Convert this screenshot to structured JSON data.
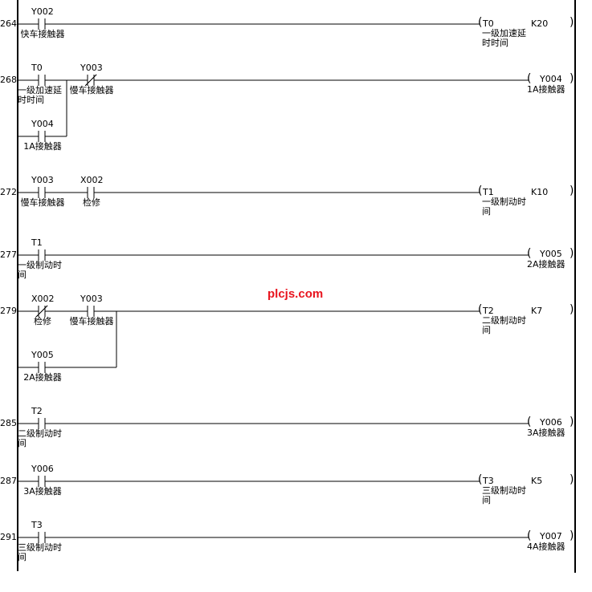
{
  "watermark": "plcjs.com",
  "colors": {
    "wire": "#000000",
    "watermark": "#e8141e"
  },
  "rungs": [
    {
      "step": "264",
      "contacts": [
        {
          "label": "Y002",
          "comment": "快车接触器",
          "type": "NO"
        }
      ],
      "branch": null,
      "coil": {
        "type": "timer",
        "label": "T0",
        "k": "K20",
        "comment": "一级加速延时时间"
      }
    },
    {
      "step": "268",
      "contacts": [
        {
          "label": "T0",
          "comment": "一级加速延时时间",
          "type": "NO"
        },
        {
          "label": "Y003",
          "comment": "慢车接触器",
          "type": "NC"
        }
      ],
      "branch": {
        "label": "Y004",
        "comment": "1A接触器",
        "type": "NO"
      },
      "coil": {
        "type": "output",
        "label": "Y004",
        "comment": "1A接触器"
      }
    },
    {
      "step": "272",
      "contacts": [
        {
          "label": "Y003",
          "comment": "慢车接触器",
          "type": "NO"
        },
        {
          "label": "X002",
          "comment": "检修",
          "type": "NO"
        }
      ],
      "branch": null,
      "coil": {
        "type": "timer",
        "label": "T1",
        "k": "K10",
        "comment": "一级制动时间"
      }
    },
    {
      "step": "277",
      "contacts": [
        {
          "label": "T1",
          "comment": "一级制动时间",
          "type": "NO"
        }
      ],
      "branch": null,
      "coil": {
        "type": "output",
        "label": "Y005",
        "comment": "2A接触器"
      }
    },
    {
      "step": "279",
      "contacts": [
        {
          "label": "X002",
          "comment": "检修",
          "type": "NC"
        },
        {
          "label": "Y003",
          "comment": "慢车接触器",
          "type": "NO"
        }
      ],
      "branch": {
        "label": "Y005",
        "comment": "2A接触器",
        "type": "NO"
      },
      "coil": {
        "type": "timer",
        "label": "T2",
        "k": "K7",
        "comment": "二级制动时间"
      }
    },
    {
      "step": "285",
      "contacts": [
        {
          "label": "T2",
          "comment": "二级制动时间",
          "type": "NO"
        }
      ],
      "branch": null,
      "coil": {
        "type": "output",
        "label": "Y006",
        "comment": "3A接触器"
      }
    },
    {
      "step": "287",
      "contacts": [
        {
          "label": "Y006",
          "comment": "3A接触器",
          "type": "NO"
        }
      ],
      "branch": null,
      "coil": {
        "type": "timer",
        "label": "T3",
        "k": "K5",
        "comment": "三级制动时间"
      }
    },
    {
      "step": "291",
      "contacts": [
        {
          "label": "T3",
          "comment": "三级制动时间",
          "type": "NO"
        }
      ],
      "branch": null,
      "coil": {
        "type": "output",
        "label": "Y007",
        "comment": "4A接触器"
      }
    }
  ]
}
